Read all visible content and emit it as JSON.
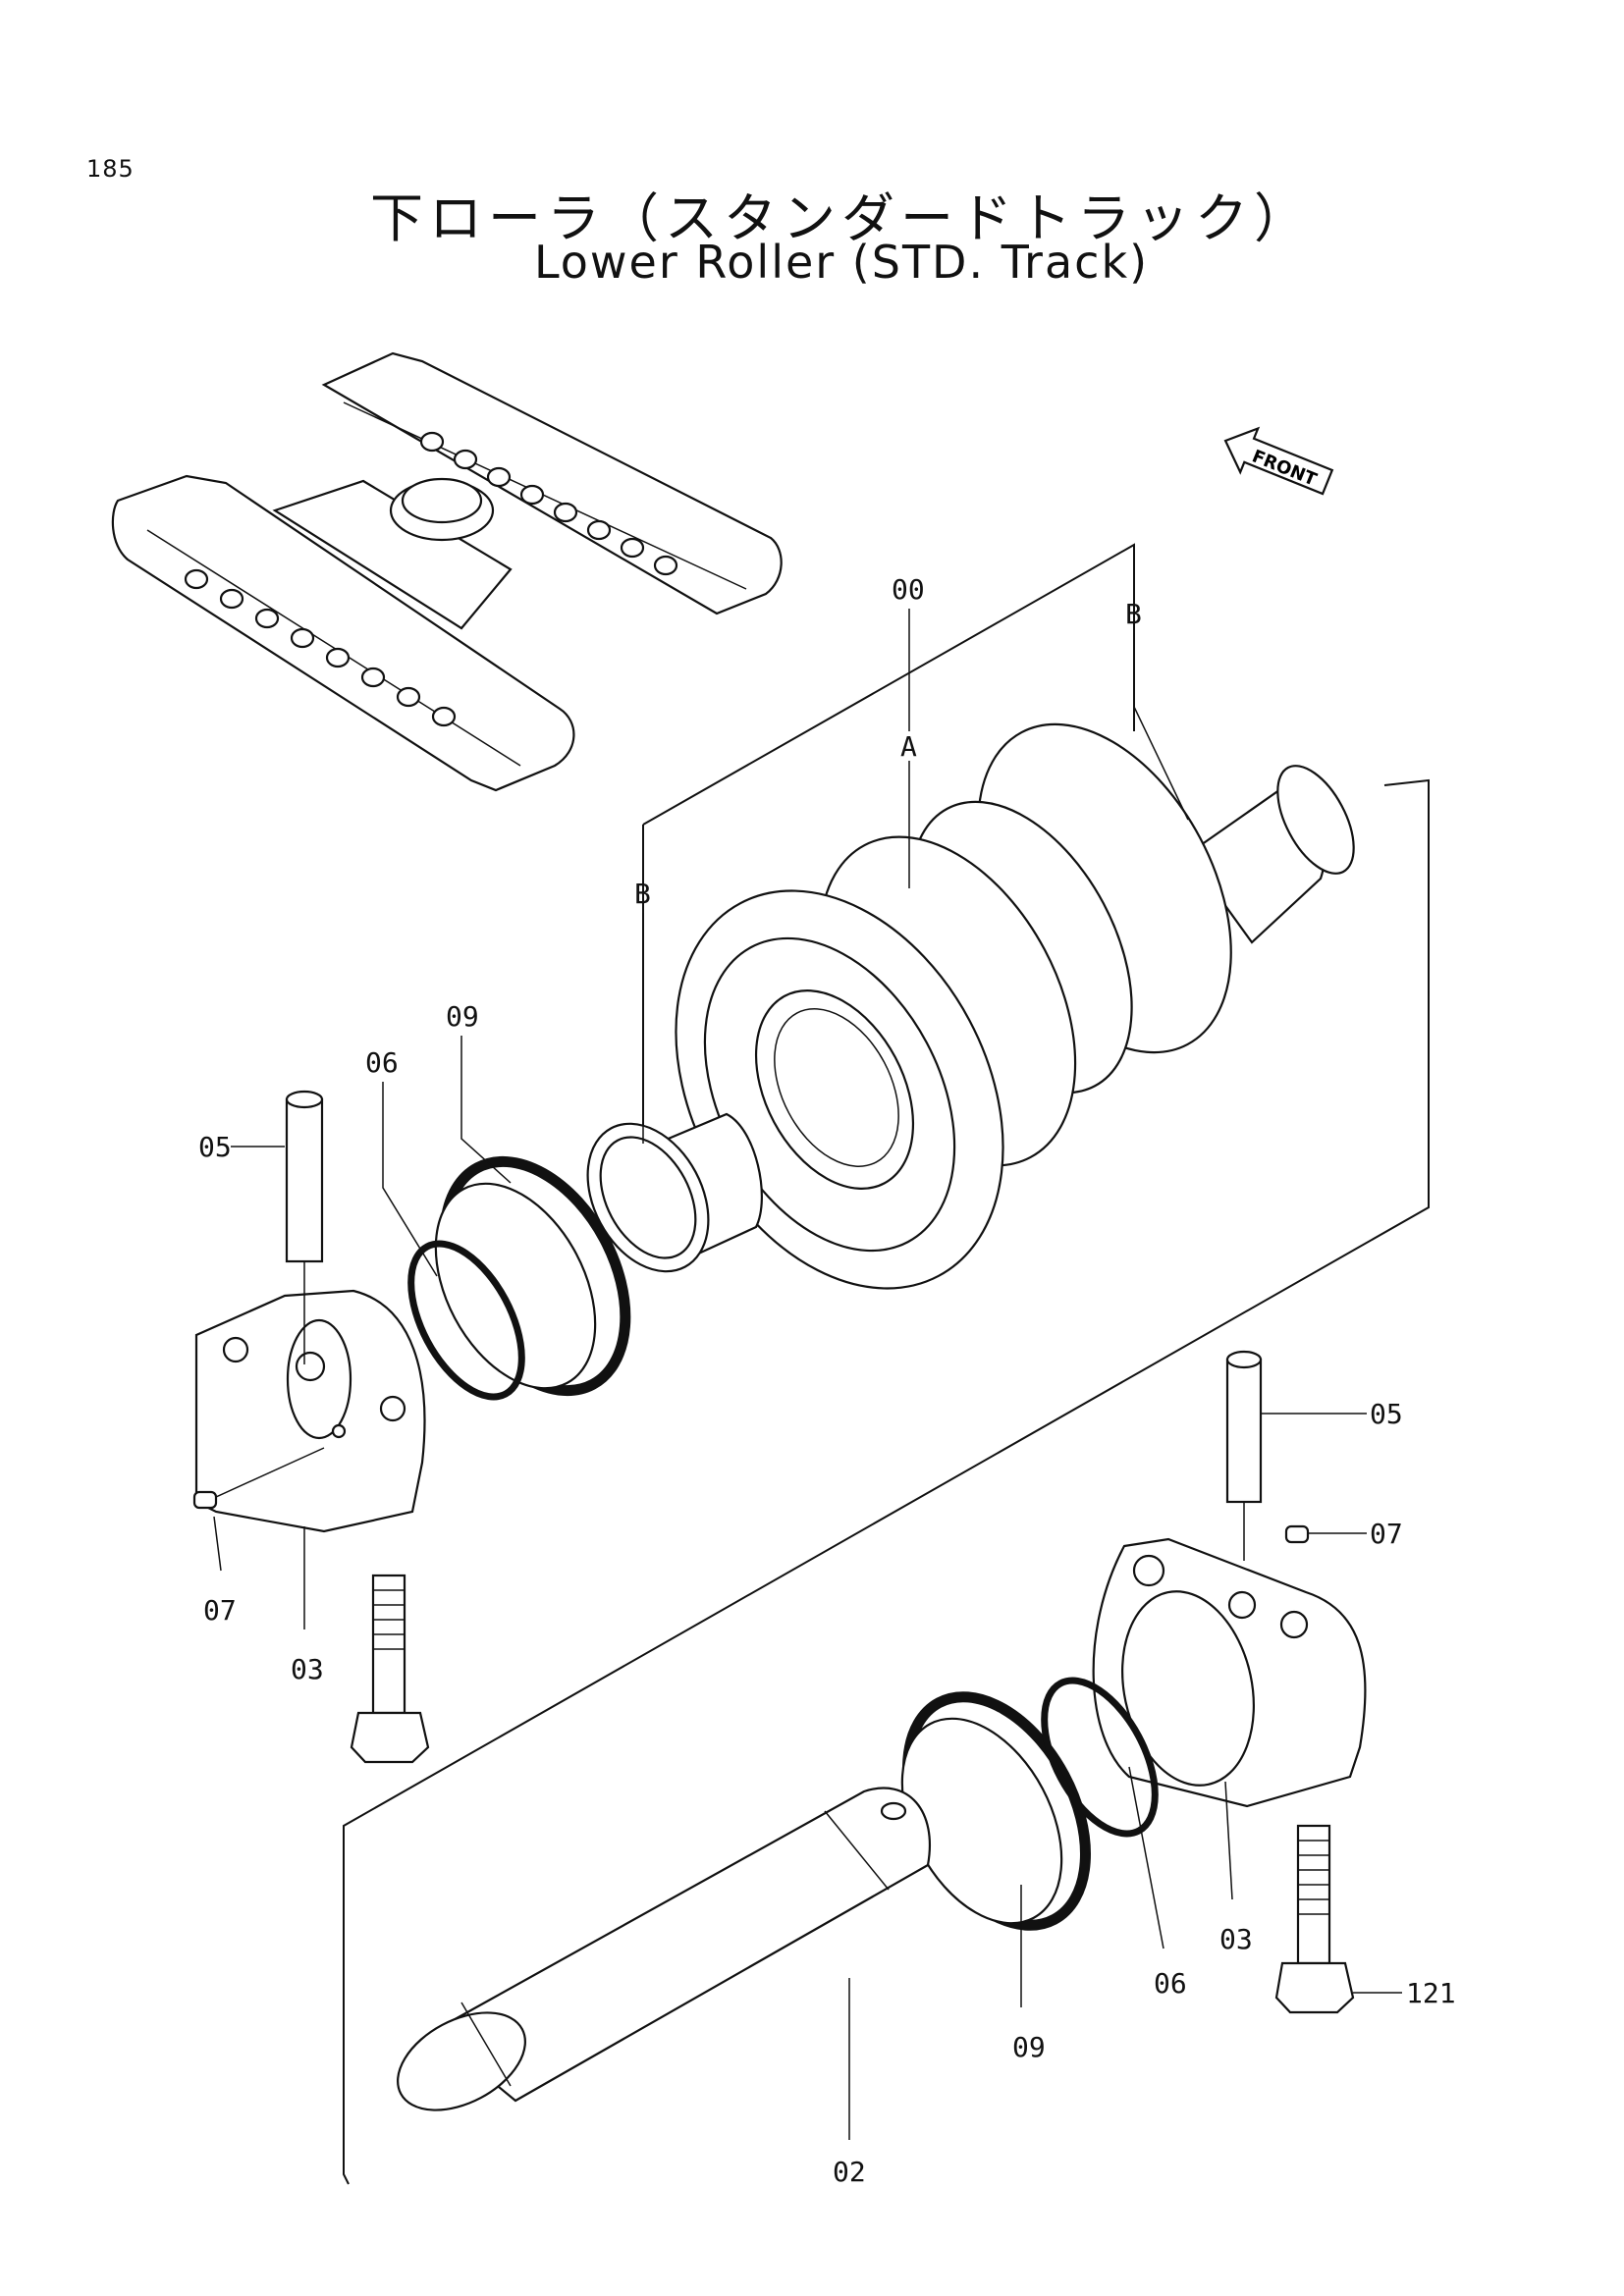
{
  "page_number": "185",
  "title_jp": "下ローラ（スタンダードトラック）",
  "title_en": "Lower Roller (STD. Track)",
  "front_label": "FRONT",
  "callouts": {
    "c00": "00",
    "cA": "A",
    "cB_right": "B",
    "cB_left": "B",
    "c09_top": "09",
    "c06_top": "06",
    "c05_left": "05",
    "c07_left": "07",
    "c03_left": "03",
    "c05_right": "05",
    "c07_right": "07",
    "c03_right": "03",
    "c06_right": "06",
    "c09_bottom": "09",
    "c121": "121",
    "c02": "02"
  }
}
